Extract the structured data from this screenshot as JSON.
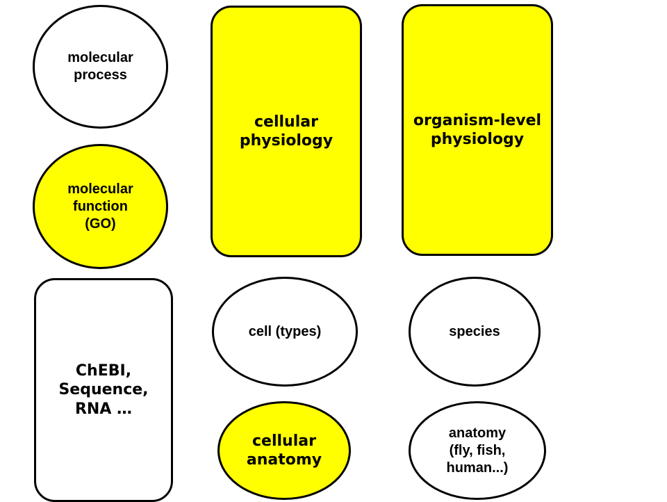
{
  "colors": {
    "highlight": "#ffff00",
    "default": "#ffffff",
    "outline": "#000000"
  },
  "nodes": {
    "molecular_process": "molecular\nprocess",
    "molecular_function": "molecular\nfunction\n(GO)",
    "chebi": "ChEBI,\nSequence,\nRNA …",
    "cellular_physiology": "cellular\nphysiology",
    "organism_physiology": "organism-level\nphysiology",
    "cell_types": "cell (types)",
    "species": "species",
    "cellular_anatomy": "cellular\nanatomy",
    "anatomy_species": "anatomy\n(fly, fish,\nhuman...)"
  }
}
